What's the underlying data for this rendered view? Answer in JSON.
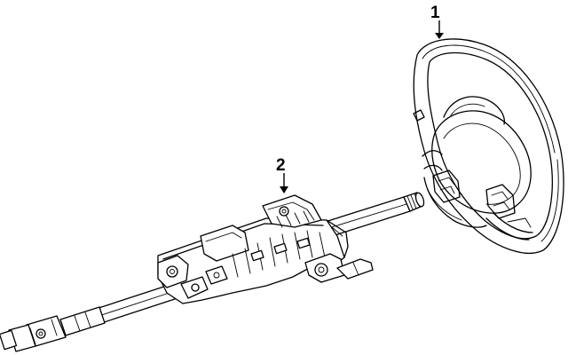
{
  "diagram": {
    "callouts": [
      {
        "label": "1",
        "part": "steering-wheel"
      },
      {
        "label": "2",
        "part": "steering-column"
      }
    ]
  }
}
